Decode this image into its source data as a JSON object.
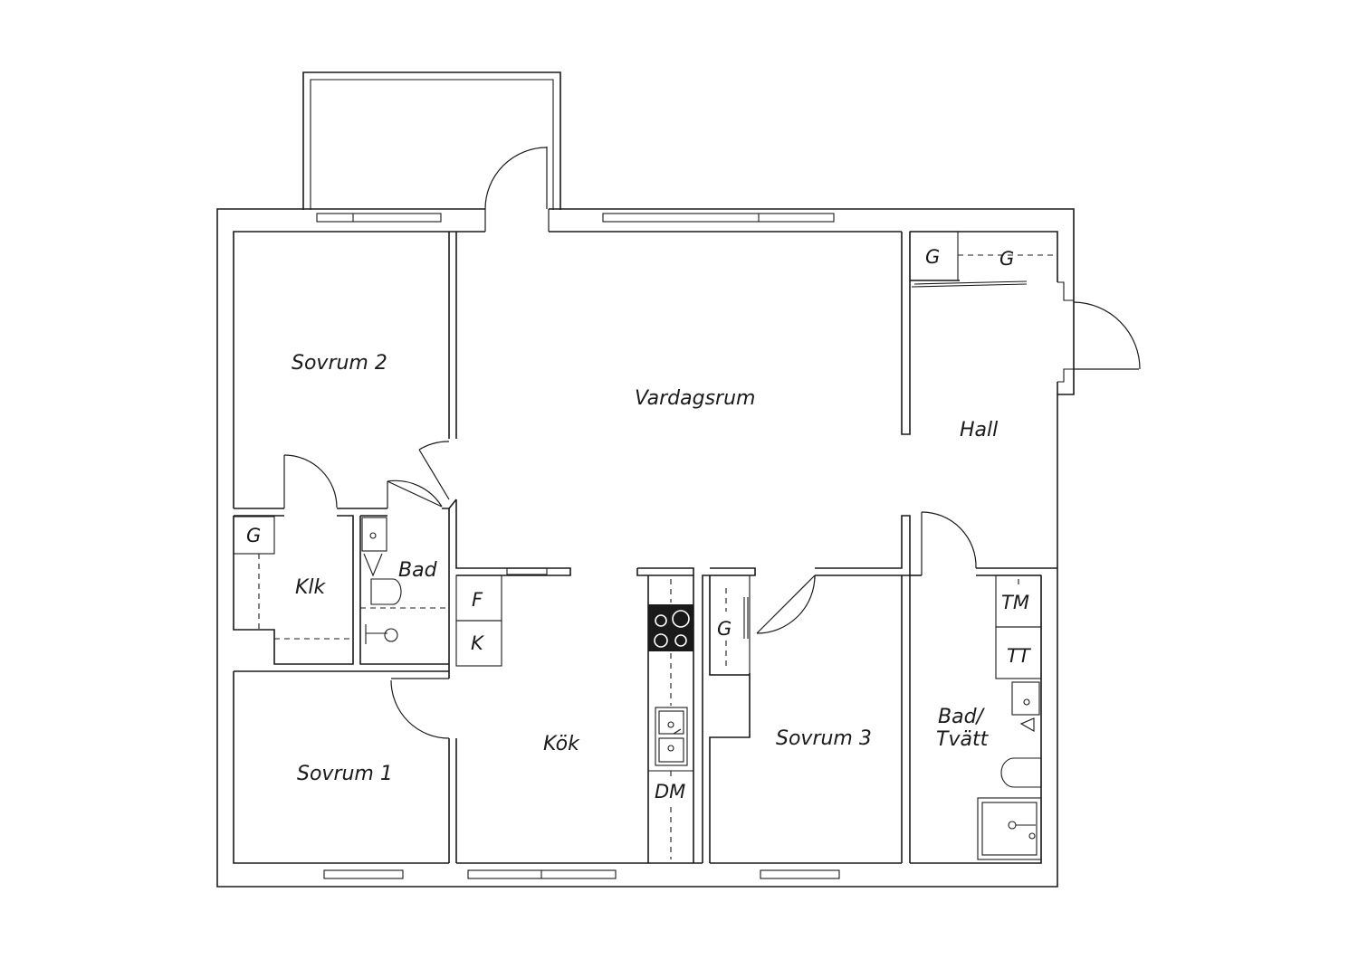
{
  "rooms": {
    "sovrum2": "Sovrum 2",
    "vardagsrum": "Vardagsrum",
    "hall": "Hall",
    "klk": "Klk",
    "bad": "Bad",
    "kok": "Kök",
    "sovrum3": "Sovrum 3",
    "sovrum1": "Sovrum 1",
    "badtvatt_line1": "Bad/",
    "badtvatt_line2": "Tvätt"
  },
  "fixtures": {
    "g_hall_1": "G",
    "g_hall_2": "G",
    "g_klk": "G",
    "g_kok": "G",
    "fridge": "F",
    "freezer": "K",
    "dishwasher": "DM",
    "washer": "TM",
    "dryer": "TT"
  }
}
